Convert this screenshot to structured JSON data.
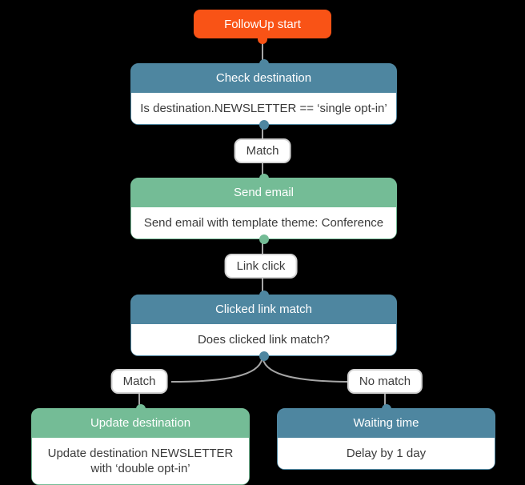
{
  "canvas": {
    "background": "#000000"
  },
  "colors": {
    "start_node": "#f95316",
    "condition_node": "#4e86a0",
    "action_node": "#74bc96",
    "connector_line": "#a6a6a6",
    "edge_label_border": "#d2d2d2",
    "body_text": "#3b3b3b",
    "header_text": "#ffffff"
  },
  "start_node": {
    "label": "FollowUp start"
  },
  "nodes": [
    {
      "title": "Check destination",
      "body": "Is destination.NEWSLETTER == ‘single opt-in’"
    },
    {
      "title": "Send email",
      "body": "Send email with template theme: Conference"
    },
    {
      "title": "Clicked link match",
      "body": "Does clicked link match?"
    },
    {
      "title": "Update destination",
      "body": "Update destination NEWSLETTER with ‘double opt-in’"
    },
    {
      "title": "Waiting time",
      "body": "Delay by 1 day"
    }
  ],
  "edge_labels": [
    {
      "label": "Match"
    },
    {
      "label": "Link click"
    },
    {
      "label": "Match"
    },
    {
      "label": "No match"
    }
  ]
}
